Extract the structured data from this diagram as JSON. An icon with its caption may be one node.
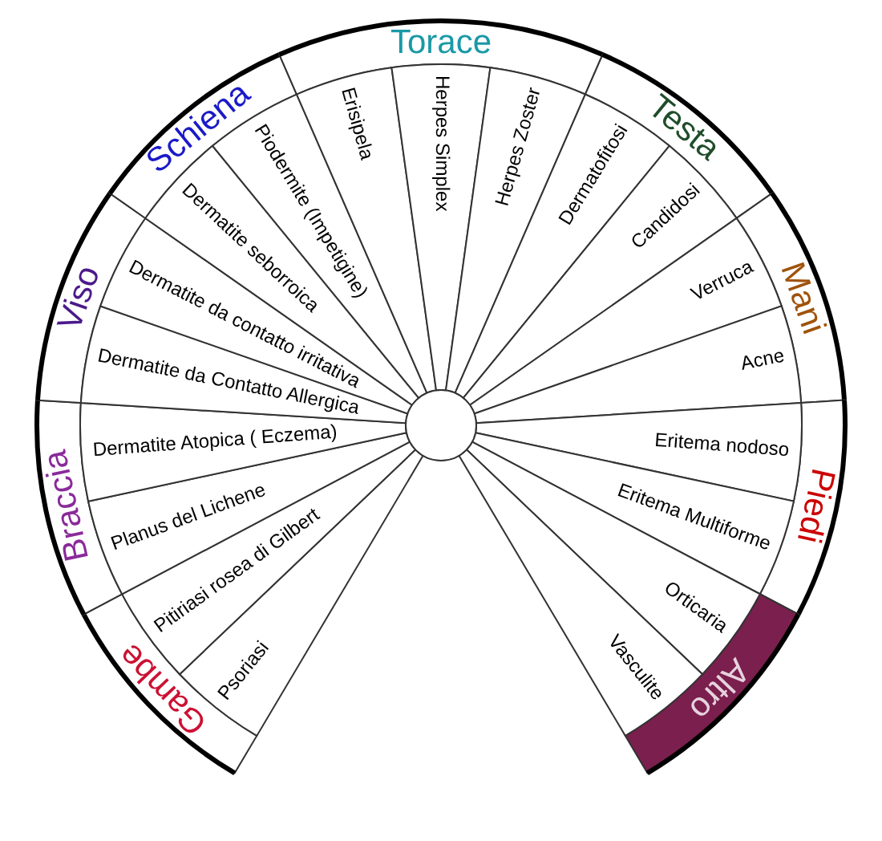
{
  "diagram": {
    "nodes": [
      {
        "text": [
          "Gambe"
        ]
      },
      {
        "text": [
          "Braccia"
        ]
      },
      {
        "text": [
          "Viso"
        ]
      },
      {
        "text": [
          "Schiena"
        ]
      },
      {
        "text": [
          "Torace"
        ]
      },
      {
        "text": [
          "Testa"
        ]
      },
      {
        "text": [
          "Mani"
        ]
      },
      {
        "text": [
          "Piedi"
        ]
      },
      {
        "text": [
          "Altro"
        ]
      },
      {
        "text": [
          "Psoriasi"
        ]
      },
      {
        "text": [
          "Pitiriasi rosea di Gilbert"
        ]
      },
      {
        "text": [
          "Planus del Lichene"
        ]
      },
      {
        "text": [
          "Dermatite Atopica ( Eczema)"
        ]
      },
      {
        "text": [
          "Dermatite da Contatto Allergica"
        ]
      },
      {
        "text": [
          "Dermatite da contatto irritativa"
        ]
      },
      {
        "text": [
          "Dermatite seborroica"
        ]
      },
      {
        "text": [
          "Piodermite (Impetigine)"
        ]
      },
      {
        "text": [
          "Erisipela"
        ]
      },
      {
        "text": [
          "Herpes Simplex"
        ]
      },
      {
        "text": [
          "Herpes Zoster"
        ]
      },
      {
        "text": [
          "Dermatofitosi"
        ]
      },
      {
        "text": [
          "Candidosi"
        ]
      },
      {
        "text": [
          "Verruca"
        ]
      },
      {
        "text": [
          "Acne"
        ]
      },
      {
        "text": [
          "Eritema nodoso"
        ]
      },
      {
        "text": [
          "Eritema Multiforme"
        ]
      },
      {
        "text": [
          "Orticaria"
        ]
      },
      {
        "text": [
          "Vasculite"
        ]
      }
    ]
  }
}
